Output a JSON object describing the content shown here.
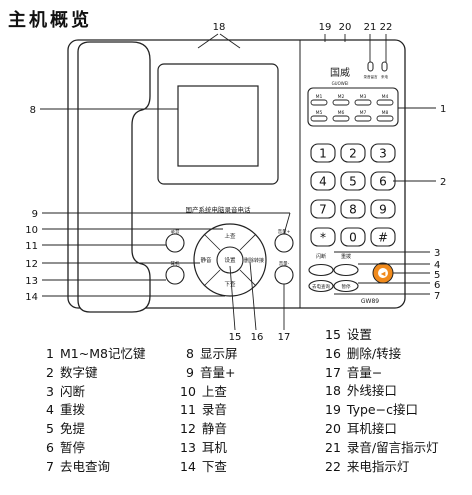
{
  "title": "主机概览",
  "device": {
    "brand": "国威",
    "brand_sub": "GUOWEI",
    "screen_caption": "国产系统电脑录音电话",
    "model": "GW89",
    "indicator_1": "录音留言",
    "indicator_2": "来电"
  },
  "memory_keys": [
    "M1",
    "M2",
    "M3",
    "M4",
    "M5",
    "M6",
    "M7",
    "M8"
  ],
  "keypad": [
    "1",
    "2",
    "3",
    "4",
    "5",
    "6",
    "7",
    "8",
    "9",
    "*",
    "0",
    "#"
  ],
  "nav": {
    "up": "上查",
    "down": "下查",
    "left": "静音",
    "right": "删除转接",
    "center": "设置",
    "settings": "设置",
    "record": "录音",
    "headset": "耳机",
    "vol_up": "音量+",
    "vol_down": "音量-"
  },
  "side_buttons": {
    "flash": "闪断",
    "redial": "重拨",
    "hold": "暂停",
    "callerid": "去电查询"
  },
  "callouts": {
    "n1": "1",
    "n2": "2",
    "n3": "3",
    "n4": "4",
    "n5": "5",
    "n6": "6",
    "n7": "7",
    "n8": "8",
    "n9": "9",
    "n10": "10",
    "n11": "11",
    "n12": "12",
    "n13": "13",
    "n14": "14",
    "n15": "15",
    "n16": "16",
    "n17": "17",
    "n18": "18",
    "n19": "19",
    "n20": "20",
    "n21": "21",
    "n22": "22"
  },
  "legend": [
    {
      "num": "1",
      "text": "M1~M8记忆键"
    },
    {
      "num": "2",
      "text": "数字键"
    },
    {
      "num": "3",
      "text": "闪断"
    },
    {
      "num": "4",
      "text": "重拨"
    },
    {
      "num": "5",
      "text": "免提"
    },
    {
      "num": "6",
      "text": "暂停"
    },
    {
      "num": "7",
      "text": "去电查询"
    },
    {
      "num": "8",
      "text": "显示屏"
    },
    {
      "num": "9",
      "text": "音量+"
    },
    {
      "num": "10",
      "text": "上查"
    },
    {
      "num": "11",
      "text": "录音"
    },
    {
      "num": "12",
      "text": "静音"
    },
    {
      "num": "13",
      "text": "耳机"
    },
    {
      "num": "14",
      "text": "下查"
    },
    {
      "num": "15",
      "text": "设置"
    },
    {
      "num": "16",
      "text": "删除/转接"
    },
    {
      "num": "17",
      "text": "音量−"
    },
    {
      "num": "18",
      "text": "外线接口"
    },
    {
      "num": "19",
      "text": "Type−c接口"
    },
    {
      "num": "20",
      "text": "耳机接口"
    },
    {
      "num": "21",
      "text": "录音/留言指示灯"
    },
    {
      "num": "22",
      "text": "来电指示灯"
    }
  ],
  "colors": {
    "speaker_button": "#f08a1c",
    "line": "#222222"
  }
}
